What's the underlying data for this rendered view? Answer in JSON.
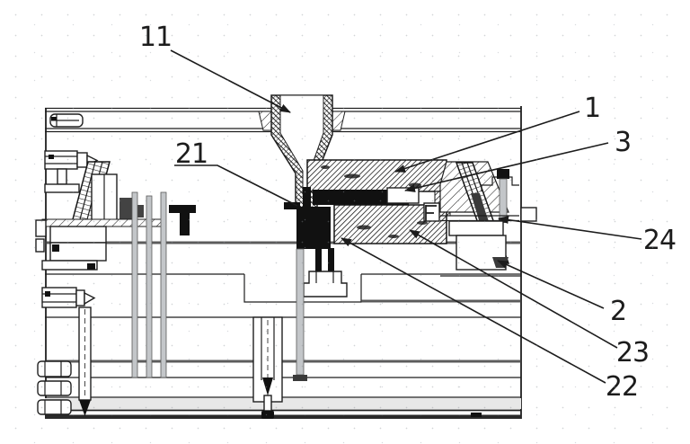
{
  "figure": {
    "kind": "mold cross-section technical drawing",
    "colors": {
      "line": "#1f1f1f",
      "background": "#ffffff",
      "solid_fill": "#111111"
    },
    "callouts": [
      {
        "id": "11",
        "text": "11"
      },
      {
        "id": "21",
        "text": "21"
      },
      {
        "id": "1",
        "text": "1"
      },
      {
        "id": "3",
        "text": "3"
      },
      {
        "id": "24",
        "text": "24"
      },
      {
        "id": "2",
        "text": "2"
      },
      {
        "id": "23",
        "text": "23"
      },
      {
        "id": "22",
        "text": "22"
      }
    ]
  }
}
